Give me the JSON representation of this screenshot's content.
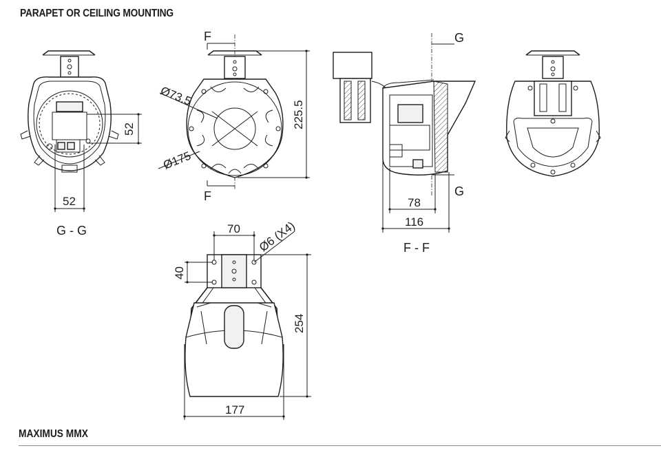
{
  "heading": "PARAPET OR CEILING MOUNTING",
  "footer_title": "MAXIMUS MMX",
  "views": {
    "section_gg": {
      "label": "G - G",
      "dim_width": "52",
      "dim_height": "52"
    },
    "front": {
      "cut_top": "F",
      "cut_bottom": "F",
      "dim_inner_dia": "Ø73.5",
      "dim_outer_dia": "Ø175",
      "dim_height": "225.5"
    },
    "section_ff": {
      "label": "F - F",
      "cut_top": "G",
      "cut_bottom": "G",
      "dim_78": "78",
      "dim_116": "116"
    },
    "rear": {},
    "top": {
      "dim_70": "70",
      "dim_holes": "Ø6 (X4)",
      "dim_40": "40",
      "dim_254": "254",
      "dim_177": "177"
    }
  }
}
